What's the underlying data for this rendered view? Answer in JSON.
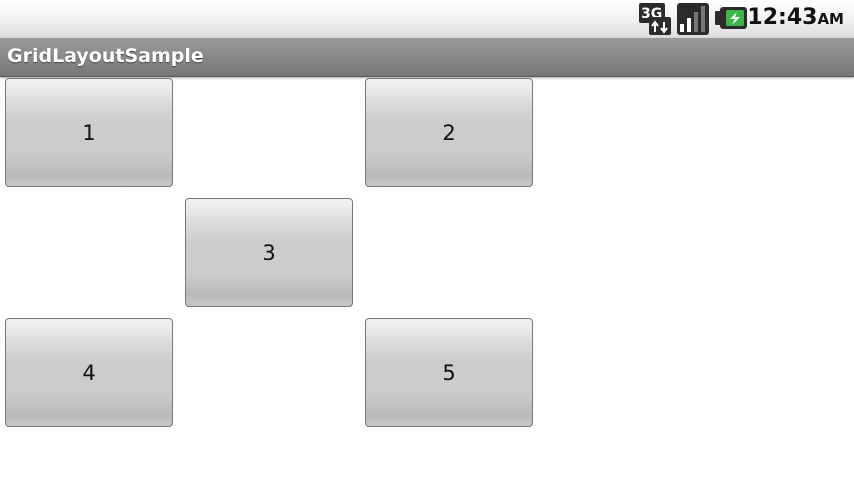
{
  "status_bar": {
    "network_type": "3G",
    "time": "12:43",
    "ampm": "AM",
    "icons": [
      "3g-data-icon",
      "signal-strength-icon",
      "battery-charging-icon"
    ],
    "battery_color": "#3db54a"
  },
  "app_bar": {
    "title": "GridLayoutSample"
  },
  "grid": {
    "buttons": [
      {
        "label": "1",
        "row": 0,
        "col": 0
      },
      {
        "label": "2",
        "row": 0,
        "col": 2
      },
      {
        "label": "3",
        "row": 1,
        "col": 1
      },
      {
        "label": "4",
        "row": 2,
        "col": 0
      },
      {
        "label": "5",
        "row": 2,
        "col": 2
      }
    ]
  }
}
